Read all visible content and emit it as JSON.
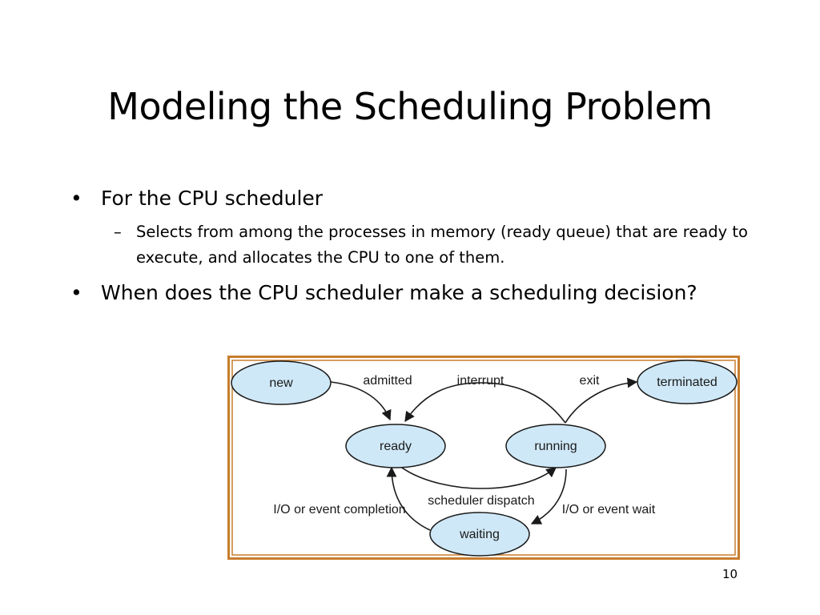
{
  "slide": {
    "title": "Modeling the Scheduling Problem",
    "bullets": [
      {
        "text": "For the CPU scheduler",
        "sub": "Selects from among the processes in memory (ready queue) that are ready to execute, and allocates the CPU to one of them."
      },
      {
        "text": "When does the CPU scheduler make a scheduling decision?"
      }
    ],
    "bullet_glyph": "•",
    "sub_glyph": "–",
    "page_number": "10"
  },
  "diagram": {
    "frame_color": "#c87d2d",
    "node_fill": "#cfe8f7",
    "nodes": {
      "new": "new",
      "ready": "ready",
      "running": "running",
      "waiting": "waiting",
      "terminated": "terminated"
    },
    "edges": {
      "admitted": "admitted",
      "interrupt": "interrupt",
      "exit": "exit",
      "scheduler_dispatch": "scheduler dispatch",
      "io_completion": "I/O or event completion",
      "io_wait": "I/O or event wait"
    }
  }
}
